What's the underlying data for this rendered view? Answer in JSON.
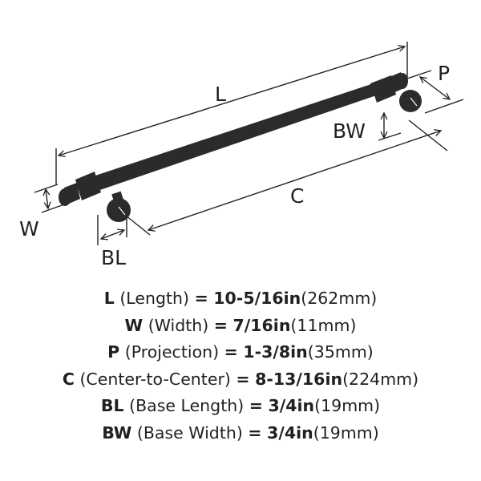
{
  "diagram": {
    "labels": {
      "L": "L",
      "W": "W",
      "P": "P",
      "C": "C",
      "BL": "BL",
      "BW": "BW"
    },
    "colors": {
      "ink": "#231f20",
      "handle": "#2b2b2d"
    }
  },
  "specs": [
    {
      "code": "L",
      "name": "(Length)",
      "eq": "=",
      "inch": "10-5/16in",
      "mm": "(262mm)"
    },
    {
      "code": "W",
      "name": "(Width)",
      "eq": "=",
      "inch": "7/16in",
      "mm": "(11mm)"
    },
    {
      "code": "P",
      "name": "(Projection)",
      "eq": "=",
      "inch": "1-3/8in",
      "mm": "(35mm)"
    },
    {
      "code": "C",
      "name": "(Center-to-Center)",
      "eq": "=",
      "inch": "8-13/16in",
      "mm": "(224mm)"
    },
    {
      "code": "BL",
      "name": "(Base Length)",
      "eq": "=",
      "inch": "3/4in",
      "mm": "(19mm)"
    },
    {
      "code": "BW",
      "name": "(Base Width)",
      "eq": "=",
      "inch": "3/4in",
      "mm": "(19mm)"
    }
  ]
}
